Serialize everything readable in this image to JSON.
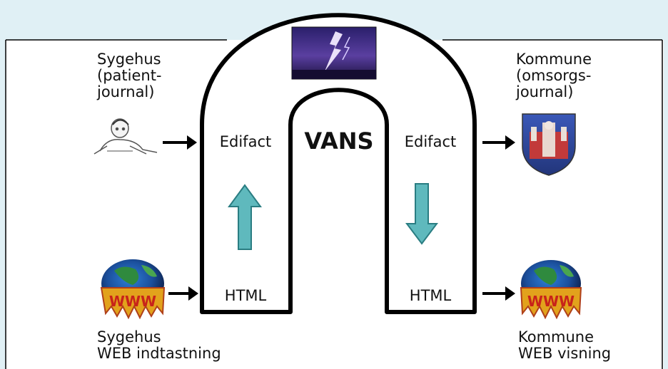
{
  "colors": {
    "background": "#e0f0f5",
    "panel": "#ffffff",
    "frame": "#000000",
    "arrow_fill": "#5fb9bd",
    "arrow_stroke": "#2a7d82"
  },
  "labels": {
    "sygehus_top": "Sygehus\n(patient-\njournal)",
    "kommune_top": "Kommune\n(omsorgs-\njournal)",
    "edifact_left": "Edifact",
    "edifact_right": "Edifact",
    "vans": "VANS",
    "html_left": "HTML",
    "html_right": "HTML",
    "sygehus_bottom": "Sygehus\nWEB indtastning",
    "kommune_bottom": "Kommune\nWEB visning"
  },
  "icons": {
    "top_image": "lightning-storm-image",
    "sygehus_top_icon": "patient-figure-icon",
    "kommune_top_icon": "coat-of-arms-icon",
    "www_left_icon": "www-globe-icon",
    "www_right_icon": "www-globe-icon"
  },
  "flow": {
    "left_arrow_direction": "up",
    "right_arrow_direction": "down"
  }
}
